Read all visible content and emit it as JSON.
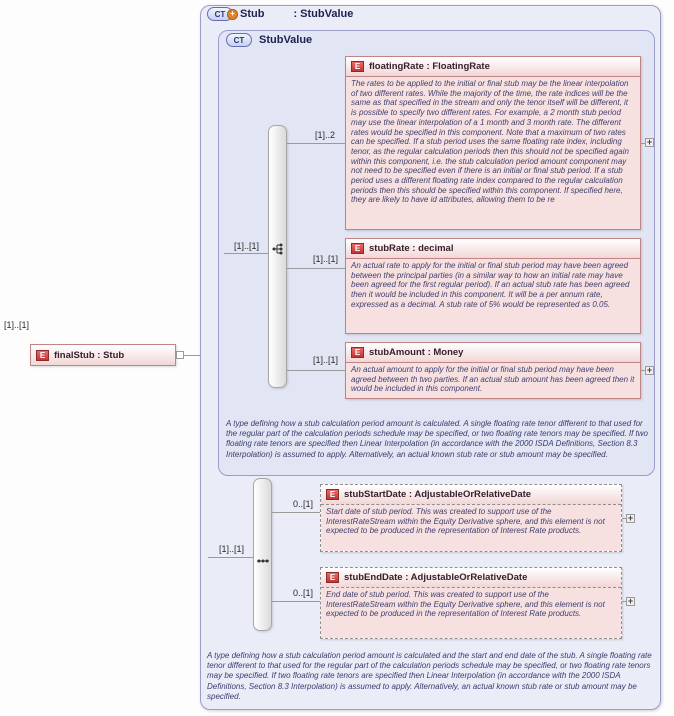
{
  "diagram": {
    "badges": {
      "element": "E",
      "complex_type": "CT",
      "plus": "+",
      "expand": "+"
    },
    "reference": {
      "cardinality": "[1]..[1]",
      "label": "finalStub : Stub"
    },
    "stub": {
      "name": "Stub",
      "type": ": StubValue",
      "annotation": "A type defining how a stub calculation period amount is calculated and the start and end date of the stub. A single floating rate tenor different to that used for the regular part of the calculation periods schedule may be specified, or two floating rate tenors may be specified. If two floating rate tenors are specified then Linear Interpolation (in accordance with the 2000 ISDA Definitions, Section 8.3 Interpolation) is assumed to apply. Alternatively, an actual known stub rate or stub amount may be specified."
    },
    "stubValue": {
      "name": "StubValue",
      "annotation": "A type defining how a stub calculation period amount is calculated. A single floating rate tenor different to that used for the regular part of the calculation periods schedule may be specified, or two floating rate tenors may be specified. If two floating rate tenors are specified then Linear Interpolation (in accordance with the 2000 ISDA Definitions, Section 8.3 Interpolation) is assumed to apply. Alternatively, an actual known stub rate or stub amount may be specified."
    },
    "compositors": {
      "choice_cardinality": "[1]..[1]",
      "sequence_cardinality": "[1]..[1]"
    },
    "elements": {
      "floatingRate": {
        "cardinality": "[1]..2",
        "label": "floatingRate : FloatingRate",
        "annotation": "The rates to be applied to the initial or final stub may be the linear interpolation of two different rates. While the majority of the time, the rate indices will be the same as that specified in the stream and only the tenor itself will be different, it is possible to specify two different rates. For example, a 2 month stub period may use the linear interpolation of a 1 month and 3 month rate. The different rates would be specified in this component. Note that a maximum of two rates can be specified. If a stub period uses the same floating rate index, including tenor, as the regular calculation periods then this should not be specified again within this component, i.e. the stub calculation period amount component may not need to be specified even if there is an initial or final stub period. If a stub period uses a different floating rate index compared to the regular calculation periods then this should be specified within this component. If specified here, they are likely to have id attributes, allowing them to be re"
      },
      "stubRate": {
        "cardinality": "[1]..[1]",
        "label": "stubRate : decimal",
        "annotation": "An actual rate to apply for the initial or final stub period may have been agreed between the principal parties (in a similar way to how an initial rate may have been agreed for the first regular period). If an actual stub rate has been agreed then it would be included in this component. It will be a per annum rate, expressed as a decimal. A stub rate of 5% would be represented as 0.05."
      },
      "stubAmount": {
        "cardinality": "[1]..[1]",
        "label": "stubAmount : Money",
        "annotation": "An actual amount to apply for the initial or final stub period may have been agreed between th two parties. If an actual stub amount has been agreed then it would be included in this component."
      },
      "stubStartDate": {
        "cardinality": "0..[1]",
        "label": "stubStartDate : AdjustableOrRelativeDate",
        "annotation": "Start date of stub period. This was created to support use of the InterestRateStream within the Equity Derivative sphere, and this element is not expected to be produced in the representation of Interest Rate products."
      },
      "stubEndDate": {
        "cardinality": "0..[1]",
        "label": "stubEndDate : AdjustableOrRelativeDate",
        "annotation": "End date of stub period. This was created to support use of the InterestRateStream within the Equity Derivative sphere, and this element is not expected to be produced in the representation of Interest Rate products."
      }
    }
  }
}
